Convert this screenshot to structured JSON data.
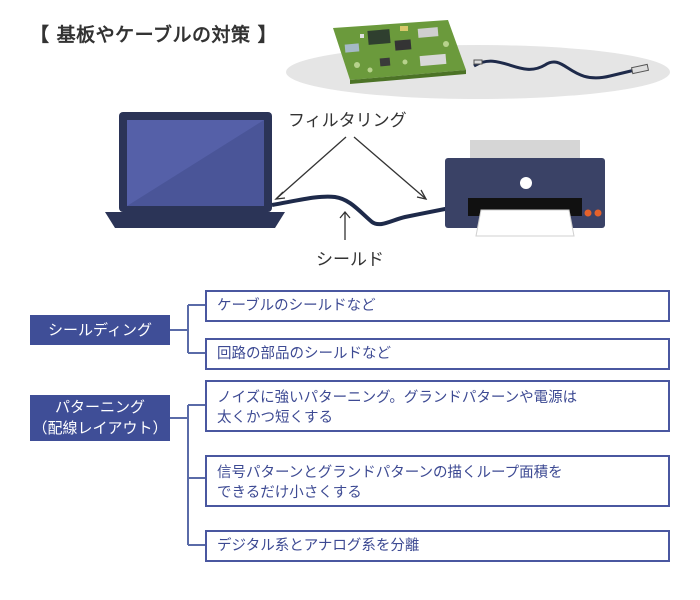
{
  "title": "【 基板やケーブルの対策 】",
  "labels": {
    "filtering": "フィルタリング",
    "shield": "シールド"
  },
  "categories": [
    {
      "label": "シールディング",
      "items": [
        "ケーブルのシールドなど",
        "回路の部品のシールドなど"
      ]
    },
    {
      "label_line1": "パターニング",
      "label_line2": "（配線レイアウト）",
      "items": [
        {
          "line1": "ノイズに強いパターニング。グランドパターンや電源は",
          "line2": "太くかつ短くする"
        },
        {
          "line1": "信号パターンとグランドパターンの描くループ面積を",
          "line2": "できるだけ小さくする"
        },
        {
          "line1": "デジタル系とアナログ系を分離",
          "line2": ""
        }
      ]
    }
  ],
  "colors": {
    "accent": "#3f4e97",
    "box_border": "#4a57a0",
    "connector": "#5a6ba8",
    "laptop_screen": "#5560a8",
    "laptop_body": "#2b3457",
    "printer": "#3a4266",
    "board": "#6b9a3c",
    "cable": "#1e2a4a",
    "shadow": "#e5e5e5"
  },
  "icons": [
    "circuit-board-icon",
    "laptop-icon",
    "printer-icon",
    "arrow-icon"
  ]
}
